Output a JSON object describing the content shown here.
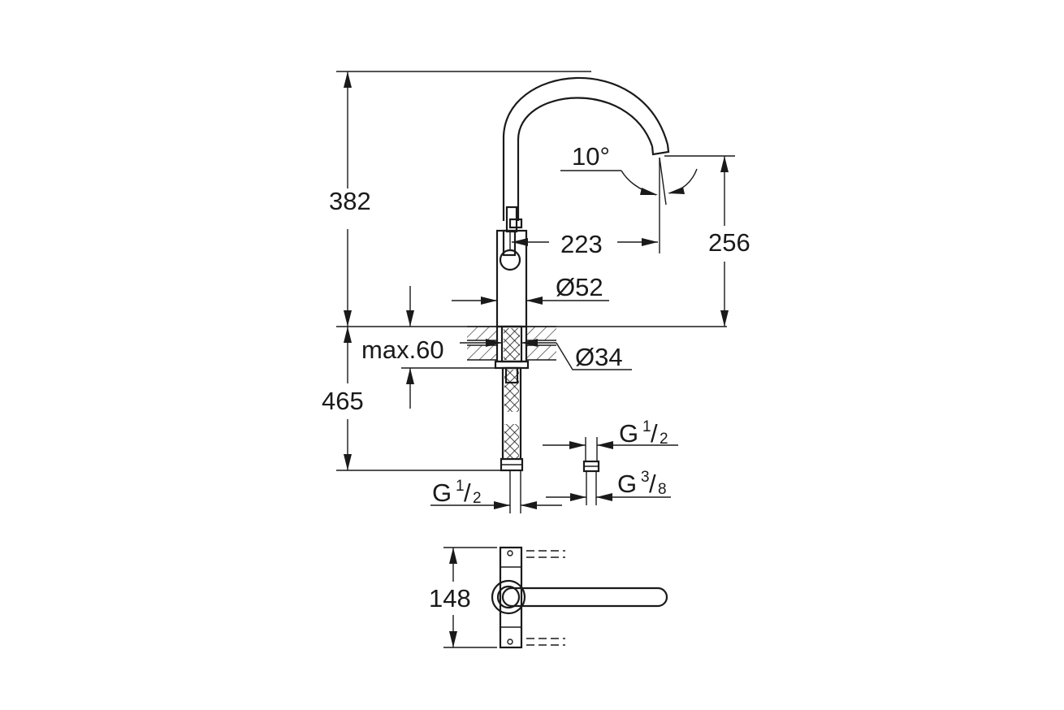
{
  "diagram": {
    "dimensions": {
      "height_total": "382",
      "spout_height": "256",
      "spout_reach": "223",
      "body_diameter": "Ø52",
      "hole_diameter": "Ø34",
      "max_deck_thickness": "max.60",
      "hose_length": "465",
      "spout_angle": "10°",
      "handle_span": "148"
    },
    "threads": {
      "inlet": {
        "letter": "G",
        "num": "1",
        "den": "2"
      },
      "adapter_top": {
        "letter": "G",
        "num": "1",
        "den": "2"
      },
      "adapter_bottom": {
        "letter": "G",
        "num": "3",
        "den": "8"
      }
    },
    "colors": {
      "line": "#1a1a1a",
      "background": "#ffffff"
    }
  }
}
